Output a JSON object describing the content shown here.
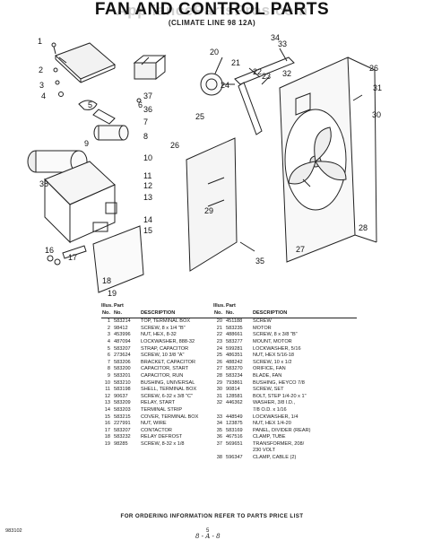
{
  "watermark": "AppliancePartsPros.com",
  "title": "FAN AND CONTROL PARTS",
  "subtitle": "(CLIMATE LINE 98 12A)",
  "callouts": [
    "1",
    "2",
    "3",
    "4",
    "5",
    "6",
    "7",
    "8",
    "9",
    "10",
    "11",
    "12",
    "13",
    "14",
    "15",
    "16",
    "17",
    "18",
    "19",
    "20",
    "21",
    "22",
    "23",
    "24",
    "25",
    "26",
    "26",
    "27",
    "28",
    "29",
    "30",
    "31",
    "32",
    "33",
    "34",
    "35",
    "36",
    "37",
    "38"
  ],
  "left_table": {
    "headers": {
      "no_line1": "Illus.",
      "part_line1": "Part",
      "no": "No.",
      "part": "No.",
      "desc": "DESCRIPTION"
    },
    "rows": [
      {
        "no": "1",
        "part": "583214",
        "desc": "TOP, TERMINAL BOX"
      },
      {
        "no": "2",
        "part": "98412",
        "desc": "SCREW, 8 x 1/4 \"B\""
      },
      {
        "no": "3",
        "part": "453996",
        "desc": "NUT, HEX, 8-32"
      },
      {
        "no": "4",
        "part": "487094",
        "desc": "LOCKWASHER, 888-32"
      },
      {
        "no": "5",
        "part": "583207",
        "desc": "STRAP, CAPACITOR"
      },
      {
        "no": "6",
        "part": "273624",
        "desc": "SCREW, 10 3/8 \"A\""
      },
      {
        "no": "7",
        "part": "583206",
        "desc": "BRACKET, CAPACITOR"
      },
      {
        "no": "8",
        "part": "583200",
        "desc": "CAPACITOR, START"
      },
      {
        "no": "9",
        "part": "583201",
        "desc": "CAPACITOR, RUN"
      },
      {
        "no": "10",
        "part": "583210",
        "desc": "BUSHING, UNIVERSAL"
      },
      {
        "no": "11",
        "part": "583198",
        "desc": "SHELL, TERMINAL BOX"
      },
      {
        "no": "12",
        "part": "90637",
        "desc": "SCREW, 6-32 x 3/8 \"C\""
      },
      {
        "no": "13",
        "part": "583209",
        "desc": "RELAY, START"
      },
      {
        "no": "14",
        "part": "583203",
        "desc": "TERMINAL STRIP"
      },
      {
        "no": "15",
        "part": "583215",
        "desc": "COVER, TERMINAL BOX"
      },
      {
        "no": "16",
        "part": "227991",
        "desc": "NUT, WIRE"
      },
      {
        "no": "17",
        "part": "583207",
        "desc": "CONTACTOR"
      },
      {
        "no": "18",
        "part": "583232",
        "desc": "RELAY DEFROST"
      },
      {
        "no": "19",
        "part": "98285",
        "desc": "SCREW, 8-32 x 1/8"
      }
    ]
  },
  "right_table": {
    "headers": {
      "no_line1": "Illus.",
      "part_line1": "Part",
      "no": "No.",
      "part": "No.",
      "desc": "DESCRIPTION"
    },
    "rows": [
      {
        "no": "20",
        "part": "451188",
        "desc": "SCREW"
      },
      {
        "no": "21",
        "part": "583235",
        "desc": "MOTOR"
      },
      {
        "no": "22",
        "part": "488661",
        "desc": "SCREW, 8 x 3/8 \"B\""
      },
      {
        "no": "23",
        "part": "583277",
        "desc": "MOUNT, MOTOR"
      },
      {
        "no": "24",
        "part": "599281",
        "desc": "LOCKWASHER, 5/16"
      },
      {
        "no": "25",
        "part": "486351",
        "desc": "NUT, HEX 5/16-18"
      },
      {
        "no": "26",
        "part": "488242",
        "desc": "SCREW, 10 x 1/2"
      },
      {
        "no": "27",
        "part": "583270",
        "desc": "ORIFICE, FAN"
      },
      {
        "no": "28",
        "part": "583234",
        "desc": "BLADE, FAN"
      },
      {
        "no": "29",
        "part": "793861",
        "desc": "BUSHING, HEYCO 7/8"
      },
      {
        "no": "30",
        "part": "90814",
        "desc": "SCREW, SET"
      },
      {
        "no": "31",
        "part": "128581",
        "desc": "BOLT, STEP 1/4-20 x 1\""
      },
      {
        "no": "32",
        "part": "446362",
        "desc": "WASHER, 3/8 I.D.,"
      },
      {
        "no": "",
        "part": "",
        "desc": "7/8 O.D. x 1/16"
      },
      {
        "no": "33",
        "part": "448549",
        "desc": "LOCKWASHER, 1/4"
      },
      {
        "no": "34",
        "part": "123875",
        "desc": "NUT, HEX 1/4-20"
      },
      {
        "no": "35",
        "part": "583169",
        "desc": "PANEL, DIVIDER (REAR)"
      },
      {
        "no": "36",
        "part": "467516",
        "desc": "CLAMP, TUBE"
      },
      {
        "no": "37",
        "part": "569651",
        "desc": "TRANSFORMER, 208/"
      },
      {
        "no": "",
        "part": "",
        "desc": "230 VOLT"
      },
      {
        "no": "38",
        "part": "596347",
        "desc": "CLAMP, CABLE (2)"
      }
    ]
  },
  "footer": "FOR ORDERING INFORMATION REFER TO PARTS PRICE LIST",
  "doc_code": "983102",
  "page_number": "5",
  "handwritten": "8 - A - 8"
}
